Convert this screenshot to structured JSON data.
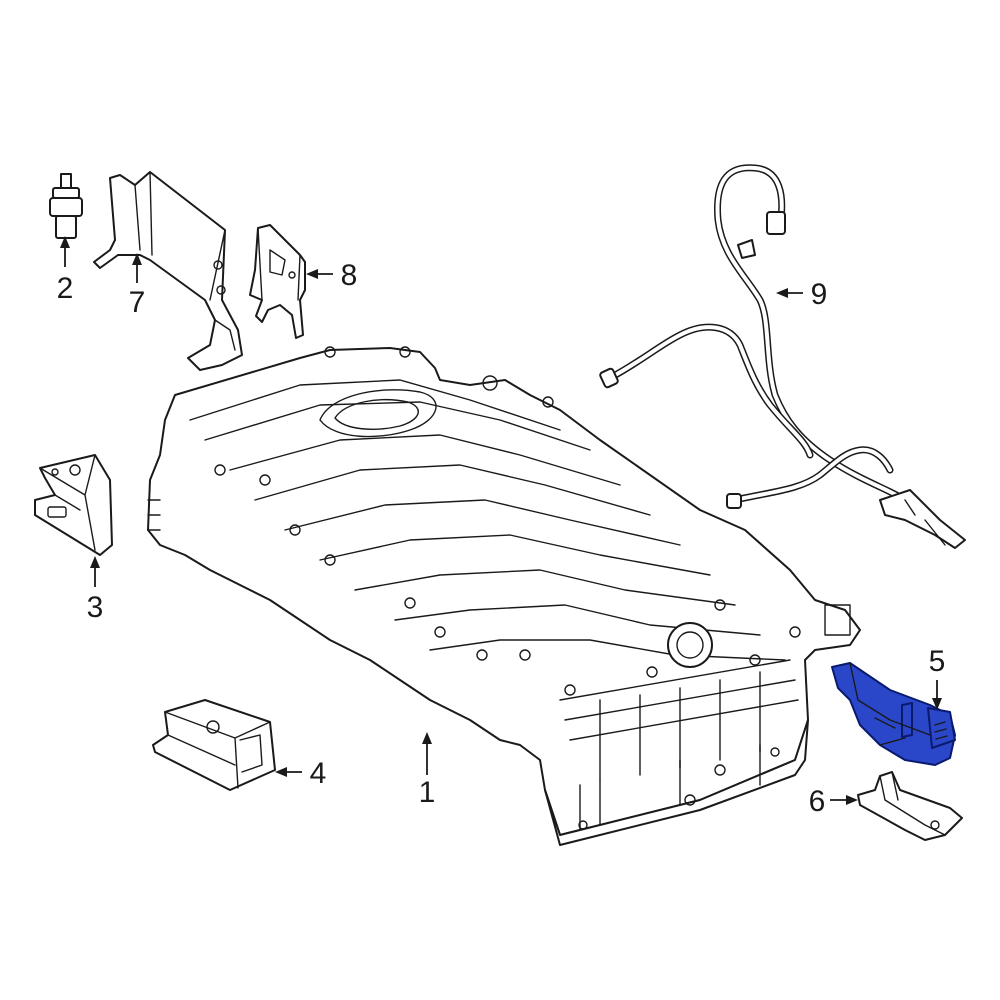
{
  "highlight_color": "#2a47c9",
  "callouts": {
    "c1": "1",
    "c2": "2",
    "c3": "3",
    "c4": "4",
    "c5": "5",
    "c6": "6",
    "c7": "7",
    "c8": "8",
    "c9": "9"
  }
}
